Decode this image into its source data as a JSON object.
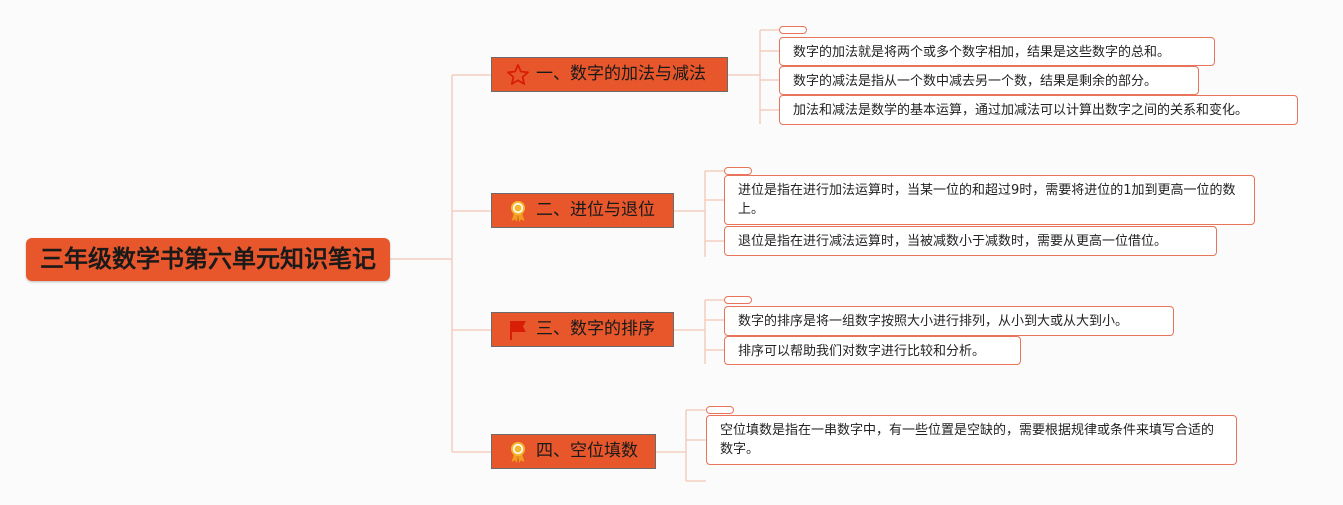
{
  "root": {
    "title": "三年级数学书第六单元知识笔记"
  },
  "colors": {
    "accent": "#e8572b",
    "note_border": "#e8745a",
    "line": "#f0c7b5"
  },
  "topics": [
    {
      "label": "一、数字的加法与减法",
      "icon": "star-icon",
      "notes": [
        "数字的加法就是将两个或多个数字相加，结果是这些数字的总和。",
        "数字的减法是指从一个数中减去另一个数，结果是剩余的部分。",
        "加法和减法是数学的基本运算，通过加减法可以计算出数字之间的关系和变化。"
      ]
    },
    {
      "label": "二、进位与退位",
      "icon": "award-ribbon-icon",
      "notes": [
        "进位是指在进行加法运算时，当某一位的和超过9时，需要将进位的1加到更高一位的数上。",
        "退位是指在进行减法运算时，当被减数小于减数时，需要从更高一位借位。"
      ]
    },
    {
      "label": "三、数字的排序",
      "icon": "flag-icon",
      "notes": [
        "数字的排序是将一组数字按照大小进行排列，从小到大或从大到小。",
        "排序可以帮助我们对数字进行比较和分析。"
      ]
    },
    {
      "label": "四、空位填数",
      "icon": "award-ribbon-icon",
      "notes": [
        "空位填数是指在一串数字中，有一些位置是空缺的，需要根据规律或条件来填写合适的数字。"
      ]
    }
  ]
}
